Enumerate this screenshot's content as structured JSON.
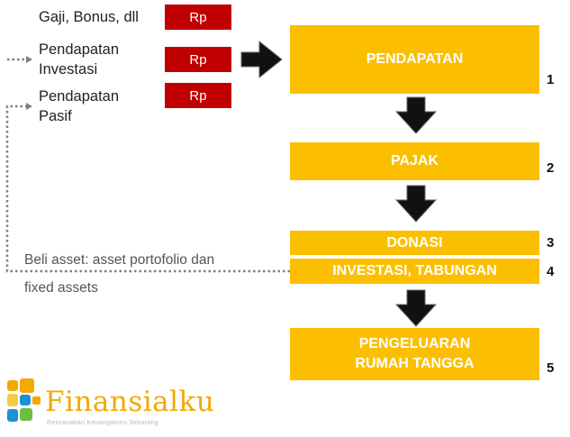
{
  "colors": {
    "box": "#fbbf00",
    "rp": "#c00000",
    "arrow": "#111111",
    "dotted": "#7f7f7f",
    "logo_primary": "#f2a900",
    "logo_secondary": "#1e90d6"
  },
  "sources": [
    {
      "label": "Gaji, Bonus, dll",
      "badge": "Rp"
    },
    {
      "label": "Pendapatan\nInvestasi",
      "badge": "Rp"
    },
    {
      "label": "Pendapatan\nPasif",
      "badge": "Rp"
    }
  ],
  "flow": [
    {
      "label": "PENDAPATAN",
      "number": "1"
    },
    {
      "label": "PAJAK",
      "number": "2"
    },
    {
      "label": "DONASI",
      "number": "3"
    },
    {
      "label": "INVESTASI, TABUNGAN",
      "number": "4"
    },
    {
      "label": "PENGELUARAN\nRUMAH TANGGA",
      "number": "5"
    }
  ],
  "note": {
    "line1": "Beli asset: asset portofolio dan",
    "line2": "fixed assets"
  },
  "logo": {
    "name": "Finansialku",
    "tagline": "Rencanakan Keuanganmu Sekarang"
  }
}
